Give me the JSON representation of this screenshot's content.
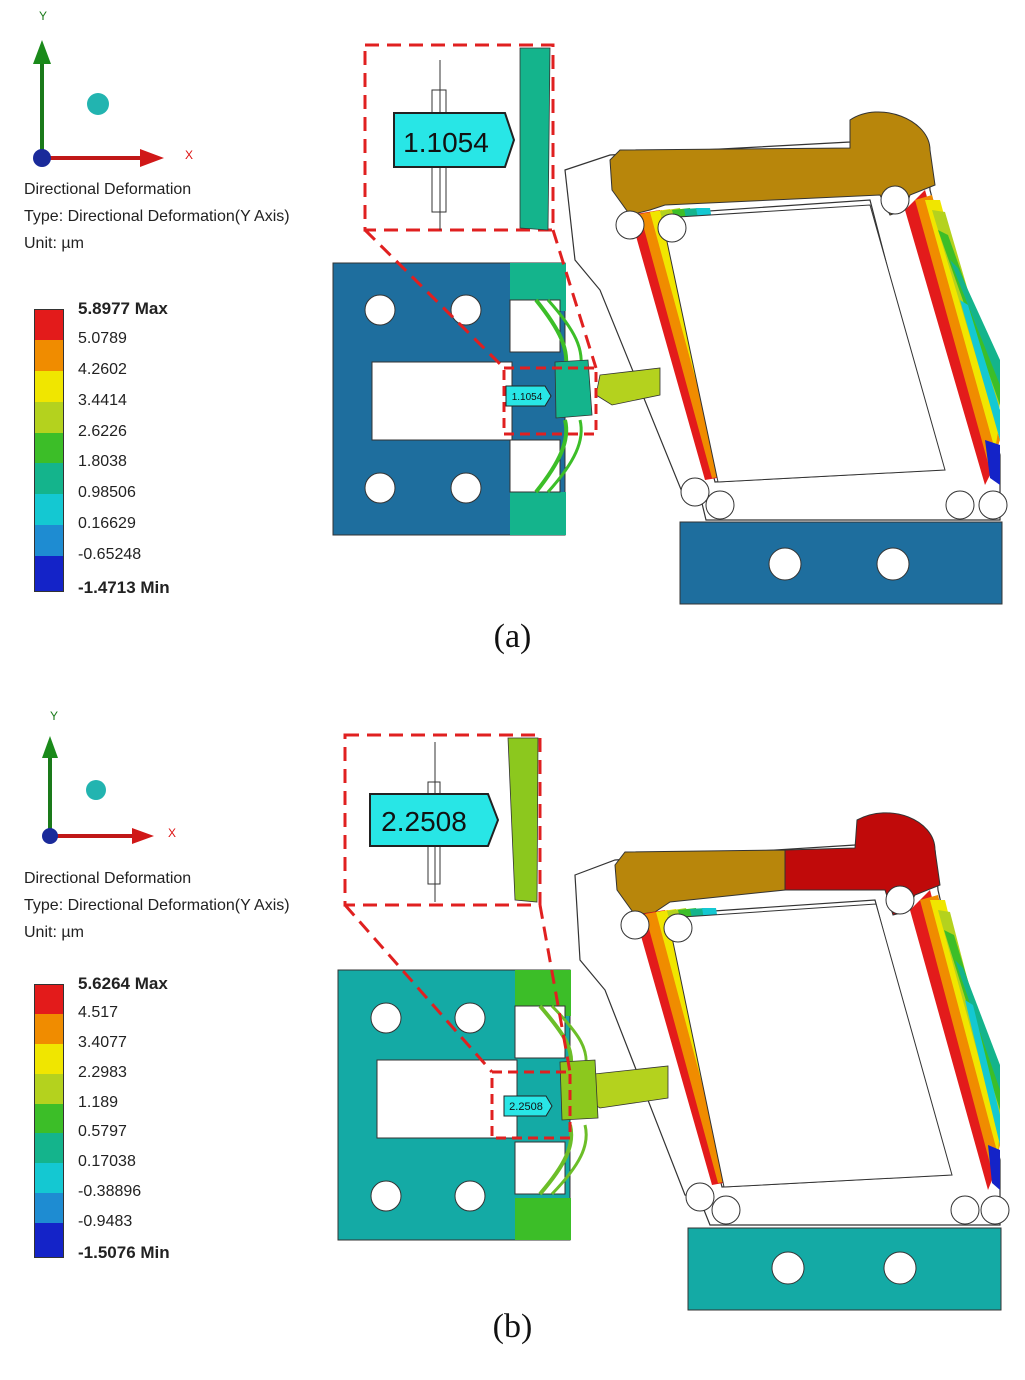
{
  "panels": [
    {
      "caption": "(a)",
      "axes": {
        "x": "X",
        "y": "Y"
      },
      "title": "Directional Deformation",
      "type_line": "Type: Directional Deformation(Y Axis)",
      "unit_line": "Unit: µm",
      "legend": {
        "max_label": "5.8977 Max",
        "ticks": [
          "5.0789",
          "4.2602",
          "3.4414",
          "2.6226",
          "1.8038",
          "0.98506",
          "0.16629",
          "-0.65248"
        ],
        "min_label": "-1.4713 Min"
      },
      "probe_value": "1.1054"
    },
    {
      "caption": "(b)",
      "axes": {
        "x": "X",
        "y": "Y"
      },
      "title": "Directional Deformation",
      "type_line": "Type: Directional Deformation(Y Axis)",
      "unit_line": "Unit: µm",
      "legend": {
        "max_label": "5.6264 Max",
        "ticks": [
          "4.517",
          "3.4077",
          "2.2983",
          "1.189",
          "0.5797",
          "0.17038",
          "-0.38896",
          "-0.9483"
        ],
        "min_label": "-1.5076 Min"
      },
      "probe_value": "2.2508"
    }
  ],
  "colors": {
    "legend_scale": [
      "#e31b1b",
      "#f08c00",
      "#f0e600",
      "#b4d21e",
      "#3cbe28",
      "#14b48c",
      "#14c8d2",
      "#1e8cd2",
      "#1423c8"
    ],
    "base_a": "#1e6e9e",
    "base_b": "#14aaa5",
    "zoom_box": "#e02020",
    "probe_fill": "#28e6e6"
  }
}
